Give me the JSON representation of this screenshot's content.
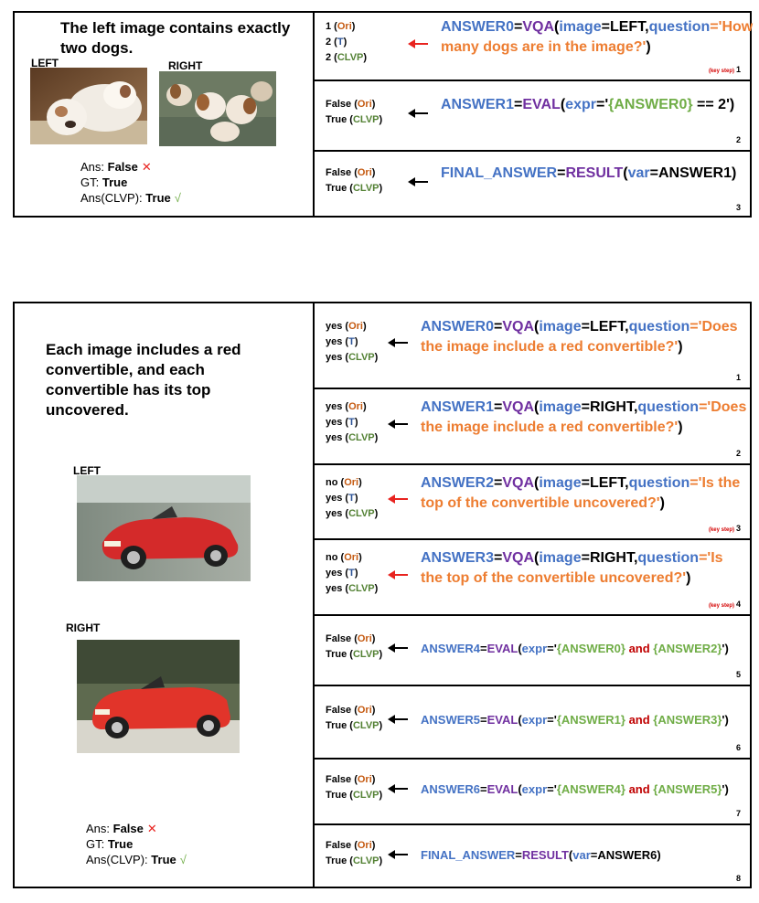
{
  "panel1": {
    "claim": "The left image contains exactly two dogs.",
    "left_label": "LEFT",
    "right_label": "RIGHT",
    "answers": {
      "ans_label": "Ans:",
      "ans_value": "False",
      "ans_mark": "✕",
      "gt_label": "GT:",
      "gt_value": "True",
      "clvp_label": "Ans(CLVP):",
      "clvp_value": "True",
      "clvp_mark": "√"
    },
    "steps": [
      {
        "tags": [
          [
            "1",
            "Ori"
          ],
          [
            "2",
            "T"
          ],
          [
            "2",
            "CLVP"
          ]
        ],
        "code": [
          [
            "ANSWER0",
            "c-blue"
          ],
          [
            "=",
            "c-black"
          ],
          [
            "VQA",
            "c-purple"
          ],
          [
            "(",
            "c-black"
          ],
          [
            "image",
            "c-blue"
          ],
          [
            "=LEFT,",
            "c-black"
          ],
          [
            "question",
            "c-blue"
          ],
          [
            "='How many dogs are in the image?'",
            "c-orange"
          ],
          [
            ")",
            "c-black"
          ]
        ],
        "key_step": "(key step)",
        "number": "1"
      },
      {
        "tags": [
          [
            "False",
            "Ori"
          ],
          [
            "True",
            "CLVP"
          ]
        ],
        "code": [
          [
            "ANSWER1",
            "c-blue"
          ],
          [
            "=",
            "c-black"
          ],
          [
            "EVAL",
            "c-purple"
          ],
          [
            "(",
            "c-black"
          ],
          [
            "expr",
            "c-blue"
          ],
          [
            "='",
            "c-black"
          ],
          [
            "{ANSWER0}",
            "c-green"
          ],
          [
            " == 2')",
            "c-black"
          ]
        ],
        "key_step": "",
        "number": "2"
      },
      {
        "tags": [
          [
            "False",
            "Ori"
          ],
          [
            "True",
            "CLVP"
          ]
        ],
        "code": [
          [
            "FINAL_ANSWER",
            "c-blue"
          ],
          [
            "=",
            "c-black"
          ],
          [
            "RESULT",
            "c-purple"
          ],
          [
            "(",
            "c-black"
          ],
          [
            "var",
            "c-blue"
          ],
          [
            "=ANSWER1)",
            "c-black"
          ]
        ],
        "key_step": "",
        "number": "3"
      }
    ]
  },
  "panel2": {
    "claim": "Each image includes a red convertible, and each convertible has its top uncovered.",
    "left_label": "LEFT",
    "right_label": "RIGHT",
    "answers": {
      "ans_label": "Ans:",
      "ans_value": "False",
      "ans_mark": "✕",
      "gt_label": "GT:",
      "gt_value": "True",
      "clvp_label": "Ans(CLVP):",
      "clvp_value": "True",
      "clvp_mark": "√"
    },
    "steps": [
      {
        "tags": [
          [
            "yes",
            "Ori"
          ],
          [
            "yes",
            "T"
          ],
          [
            "yes",
            "CLVP"
          ]
        ],
        "code": [
          [
            "ANSWER0",
            "c-blue"
          ],
          [
            "=",
            "c-black"
          ],
          [
            "VQA",
            "c-purple"
          ],
          [
            "(",
            "c-black"
          ],
          [
            "image",
            "c-blue"
          ],
          [
            "=LEFT,",
            "c-black"
          ],
          [
            "question",
            "c-blue"
          ],
          [
            "='Does the image include a red convertible?'",
            "c-orange"
          ],
          [
            ")",
            "c-black"
          ]
        ],
        "key_step": "",
        "number": "1"
      },
      {
        "tags": [
          [
            "yes",
            "Ori"
          ],
          [
            "yes",
            "T"
          ],
          [
            "yes",
            "CLVP"
          ]
        ],
        "code": [
          [
            "ANSWER1",
            "c-blue"
          ],
          [
            "=",
            "c-black"
          ],
          [
            "VQA",
            "c-purple"
          ],
          [
            "(",
            "c-black"
          ],
          [
            "image",
            "c-blue"
          ],
          [
            "=RIGHT,",
            "c-black"
          ],
          [
            "question",
            "c-blue"
          ],
          [
            "='Does the image include a red convertible?'",
            "c-orange"
          ],
          [
            ")",
            "c-black"
          ]
        ],
        "key_step": "",
        "number": "2"
      },
      {
        "tags": [
          [
            "no",
            "Ori"
          ],
          [
            "yes",
            "T"
          ],
          [
            "yes",
            "CLVP"
          ]
        ],
        "code": [
          [
            "ANSWER2",
            "c-blue"
          ],
          [
            "=",
            "c-black"
          ],
          [
            "VQA",
            "c-purple"
          ],
          [
            "(",
            "c-black"
          ],
          [
            "image",
            "c-blue"
          ],
          [
            "=LEFT,",
            "c-black"
          ],
          [
            "question",
            "c-blue"
          ],
          [
            "='Is the top of the convertible uncovered?'",
            "c-orange"
          ],
          [
            ")",
            "c-black"
          ]
        ],
        "key_step": "(key step)",
        "number": "3"
      },
      {
        "tags": [
          [
            "no",
            "Ori"
          ],
          [
            "yes",
            "T"
          ],
          [
            "yes",
            "CLVP"
          ]
        ],
        "code": [
          [
            "ANSWER3",
            "c-blue"
          ],
          [
            "=",
            "c-black"
          ],
          [
            "VQA",
            "c-purple"
          ],
          [
            "(",
            "c-black"
          ],
          [
            "image",
            "c-blue"
          ],
          [
            "=RIGHT,",
            "c-black"
          ],
          [
            "question",
            "c-blue"
          ],
          [
            "='Is the top of the convertible uncovered?'",
            "c-orange"
          ],
          [
            ")",
            "c-black"
          ]
        ],
        "key_step": "(key step)",
        "number": "4"
      },
      {
        "tags": [
          [
            "False",
            "Ori"
          ],
          [
            "True",
            "CLVP"
          ]
        ],
        "code": [
          [
            "ANSWER4",
            "c-blue"
          ],
          [
            "=",
            "c-black"
          ],
          [
            "EVAL",
            "c-purple"
          ],
          [
            "(",
            "c-black"
          ],
          [
            "expr",
            "c-blue"
          ],
          [
            "='",
            "c-black"
          ],
          [
            "{ANSWER0}",
            "c-green"
          ],
          [
            " and ",
            "c-red"
          ],
          [
            "{ANSWER2}",
            "c-green"
          ],
          [
            "')",
            "c-black"
          ]
        ],
        "key_step": "",
        "number": "5"
      },
      {
        "tags": [
          [
            "False",
            "Ori"
          ],
          [
            "True",
            "CLVP"
          ]
        ],
        "code": [
          [
            "ANSWER5",
            "c-blue"
          ],
          [
            "=",
            "c-black"
          ],
          [
            "EVAL",
            "c-purple"
          ],
          [
            "(",
            "c-black"
          ],
          [
            "expr",
            "c-blue"
          ],
          [
            "='",
            "c-black"
          ],
          [
            "{ANSWER1}",
            "c-green"
          ],
          [
            " and ",
            "c-red"
          ],
          [
            "{ANSWER3}",
            "c-green"
          ],
          [
            "')",
            "c-black"
          ]
        ],
        "key_step": "",
        "number": "6"
      },
      {
        "tags": [
          [
            "False",
            "Ori"
          ],
          [
            "True",
            "CLVP"
          ]
        ],
        "code": [
          [
            "ANSWER6",
            "c-blue"
          ],
          [
            "=",
            "c-black"
          ],
          [
            "EVAL",
            "c-purple"
          ],
          [
            "(",
            "c-black"
          ],
          [
            "expr",
            "c-blue"
          ],
          [
            "='",
            "c-black"
          ],
          [
            "{ANSWER4}",
            "c-green"
          ],
          [
            " and ",
            "c-red"
          ],
          [
            "{ANSWER5}",
            "c-green"
          ],
          [
            "')",
            "c-black"
          ]
        ],
        "key_step": "",
        "number": "7"
      },
      {
        "tags": [
          [
            "False",
            "Ori"
          ],
          [
            "True",
            "CLVP"
          ]
        ],
        "code": [
          [
            "FINAL_ANSWER",
            "c-blue"
          ],
          [
            "=",
            "c-black"
          ],
          [
            "RESULT",
            "c-purple"
          ],
          [
            "(",
            "c-black"
          ],
          [
            "var",
            "c-blue"
          ],
          [
            "=ANSWER6)",
            "c-black"
          ]
        ],
        "key_step": "",
        "number": "8"
      }
    ]
  }
}
